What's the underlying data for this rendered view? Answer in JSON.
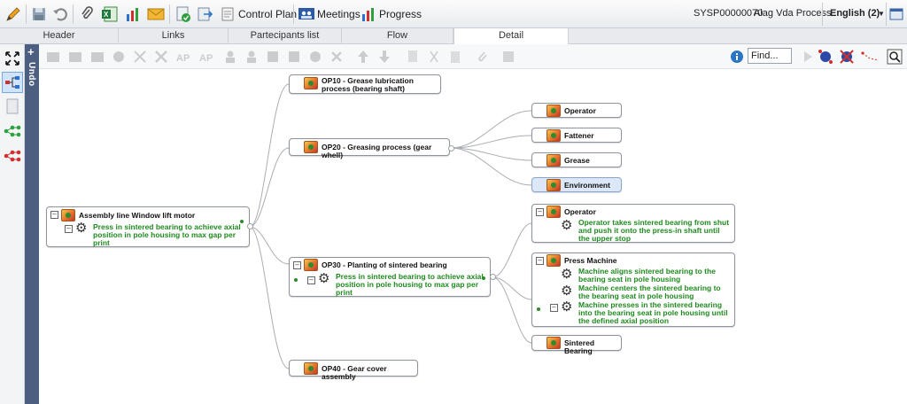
{
  "toolbar": {
    "control_plan": "Control Plan",
    "meetings": "Meetings",
    "progress": "Progress",
    "doc_code": "SYSP00000070",
    "process_name": "Aiag Vda Process",
    "language": "English (2)"
  },
  "tabs": [
    "Header",
    "Links",
    "Partecipants list",
    "Flow",
    "Detail"
  ],
  "active_tab": "Detail",
  "undo_label": "Undo",
  "find_value": "Find...",
  "colors": {
    "accent_dark": "#4d5f80",
    "desc_green": "#1f8a1f"
  },
  "tree": {
    "root": {
      "title": "Assembly line Window lift motor",
      "function": "Press in sintered bearing to achieve axial position in pole housing to max gap per print"
    },
    "op10": {
      "title": "OP10 - Grease lubrication process (bearing shaft)"
    },
    "op20": {
      "title": "OP20 - Greasing process (gear whell)"
    },
    "op20_children": [
      "Operator",
      "Fattener",
      "Grease",
      "Environment"
    ],
    "op30": {
      "title": "OP30 - Planting of sintered bearing",
      "function": "Press in sintered bearing to achieve axial position in pole housing to max gap per print"
    },
    "op30_operator": {
      "title": "Operator",
      "function": "Operator takes sintered bearing from shut and push it onto the press-in  shaft until the upper stop"
    },
    "op30_press": {
      "title": "Press Machine",
      "functions": [
        "Machine aligns sintered bearing to the bearing seat in pole housing",
        "Machine centers the sintered bearing to the bearing seat in pole housing",
        "Machine presses in  the sintered bearing into the bearing seat in pole housing until the defined axial position"
      ]
    },
    "op30_sintered": {
      "title": "Sintered Bearing"
    },
    "op40": {
      "title": "OP40 - Gear cover assembly"
    }
  }
}
